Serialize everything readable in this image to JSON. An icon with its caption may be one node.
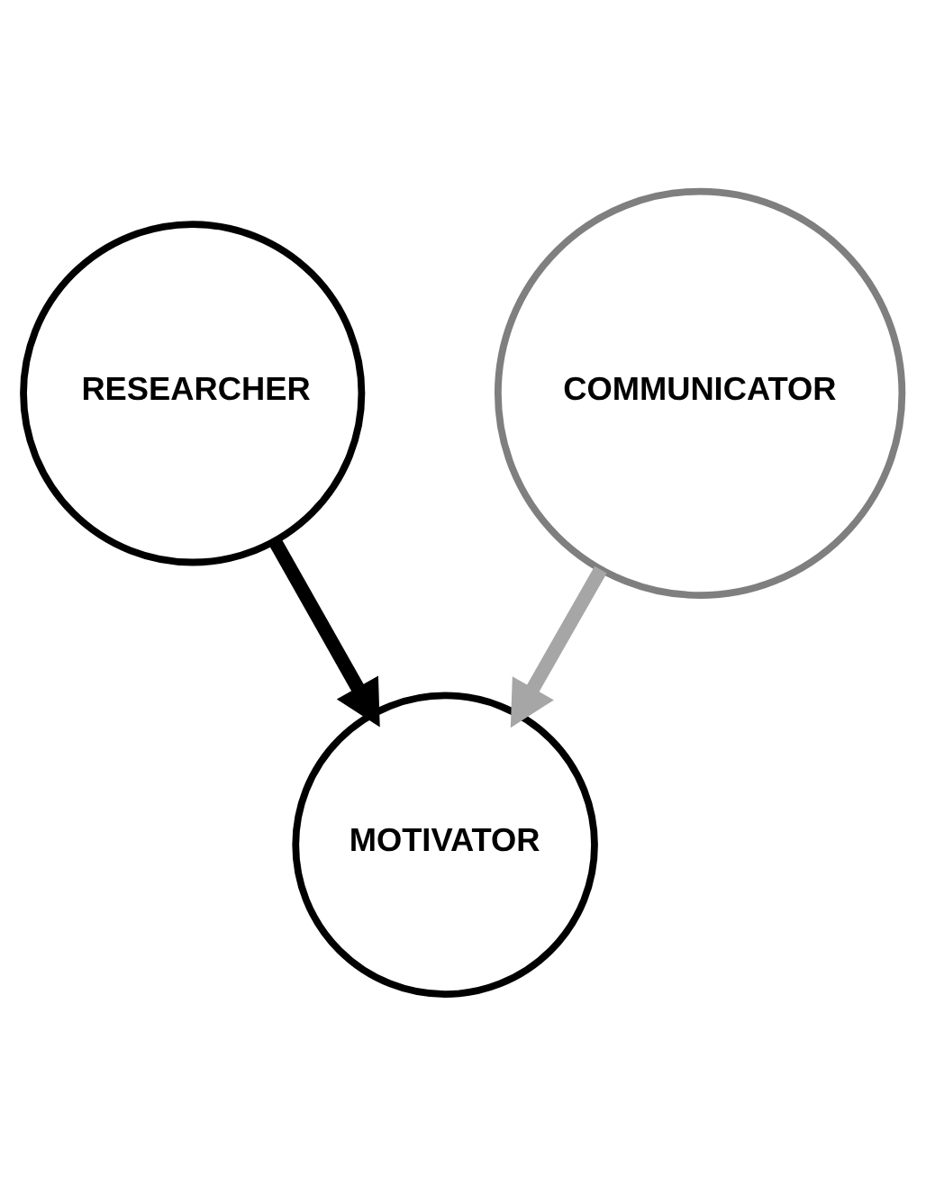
{
  "diagram": {
    "nodes": [
      {
        "text": [
          "RESEARCHER"
        ]
      },
      {
        "text": [
          "COMMUNICATOR"
        ]
      },
      {
        "text": [
          "MOTIVATOR"
        ]
      }
    ],
    "edges": [
      {
        "from": 0,
        "to": 2,
        "arrow": "to",
        "color": "#000000"
      },
      {
        "from": 1,
        "to": 2,
        "arrow": "to",
        "color": "#a6a6a6"
      }
    ]
  }
}
